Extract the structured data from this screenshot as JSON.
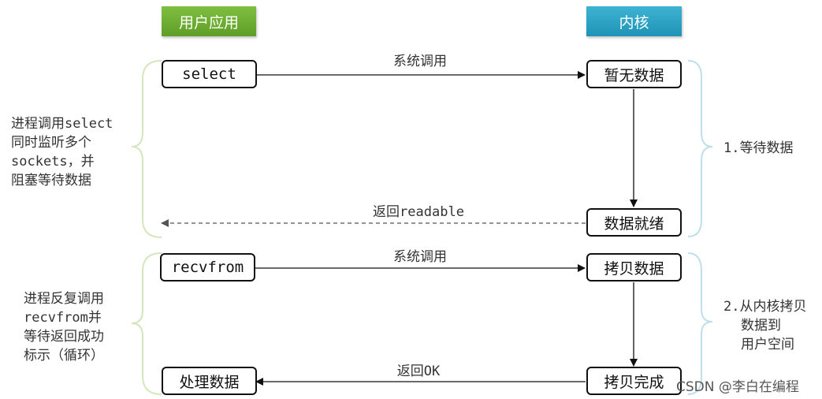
{
  "headers": {
    "user": "用户应用",
    "kernel": "内核"
  },
  "section1": {
    "user_call": "select",
    "kernel_wait": "暂无数据",
    "kernel_ready": "数据就绪",
    "syscall_label": "系统调用",
    "return_label": "返回readable",
    "left_note": [
      "进程调用select",
      "同时监听多个",
      "sockets，并",
      "阻塞等待数据"
    ],
    "right_note": [
      "1.等待数据"
    ]
  },
  "section2": {
    "user_call": "recvfrom",
    "kernel_copy": "拷贝数据",
    "kernel_done": "拷贝完成",
    "user_process": "处理数据",
    "syscall_label": "系统调用",
    "return_label": "返回OK",
    "left_note": [
      "进程反复调用",
      "recvfrom并",
      "等待返回成功",
      "标示（循环）"
    ],
    "right_note": [
      "2.从内核拷贝",
      "数据到",
      "用户空间"
    ]
  },
  "watermark": "CSDN @李白在编程",
  "colors": {
    "user_header": "#6aaa2f",
    "kernel_header": "#2aa3c5",
    "brace": "#cfe3b0",
    "brace_right": "#b9dde8"
  }
}
